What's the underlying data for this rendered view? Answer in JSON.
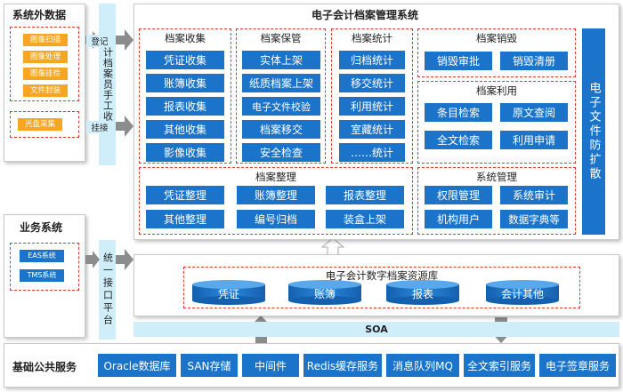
{
  "external": {
    "title": "系统外数据",
    "items": [
      "图像扫描",
      "图像处理",
      "图像挂检",
      "文件封装"
    ],
    "extra": "光盘采集"
  },
  "business": {
    "title": "业务系统",
    "items": [
      "EAS系统",
      "TMS系统"
    ]
  },
  "strips": {
    "collect": "会计档案员手工收集",
    "collect_in": "登记",
    "hook": "挂接",
    "platform": "统一接口平台"
  },
  "main": {
    "title": "电子会计档案管理系统",
    "collect": {
      "title": "档案收集",
      "items": [
        "凭证收集",
        "账簿收集",
        "报表收集",
        "其他收集",
        "影像收集"
      ]
    },
    "keep": {
      "title": "档案保管",
      "items": [
        "实体上架",
        "纸质档案上架",
        "电子文件校验",
        "档案移交",
        "安全检查"
      ]
    },
    "stat": {
      "title": "档案统计",
      "items": [
        "归档统计",
        "移交统计",
        "利用统计",
        "室藏统计",
        "……统计"
      ]
    },
    "destroy": {
      "title": "档案销毁",
      "items": [
        "销毁审批",
        "销毁清册"
      ]
    },
    "use": {
      "title": "档案利用",
      "items": [
        "条目检索",
        "原文查阅",
        "全文检索",
        "利用申请"
      ]
    },
    "sort": {
      "title": "档案整理",
      "items": [
        "凭证整理",
        "账簿整理",
        "报表整理",
        "其他整理",
        "编号归档",
        "装盒上架"
      ]
    },
    "sys": {
      "title": "系统管理",
      "items": [
        "权限管理",
        "系统审计",
        "机构用户",
        "数据字典等"
      ]
    },
    "anti": "电子文件防扩散"
  },
  "repo": {
    "title": "电子会计数字档案资源库",
    "items": [
      "凭证",
      "账簿",
      "报表",
      "会计其他"
    ]
  },
  "soa": "SOA",
  "infra": {
    "title": "基础公共服务",
    "items": [
      "Oracle数据库",
      "SAN存储",
      "中间件",
      "Redis缓存服务",
      "消息队列MQ",
      "全文索引服务",
      "电子签章服务"
    ]
  },
  "colors": {
    "blue": "#1b74c9",
    "orange": "#f5a623",
    "red_dash": "#d83a2b",
    "strip": "#cfeefa",
    "arrow": "#8c8c8c"
  }
}
